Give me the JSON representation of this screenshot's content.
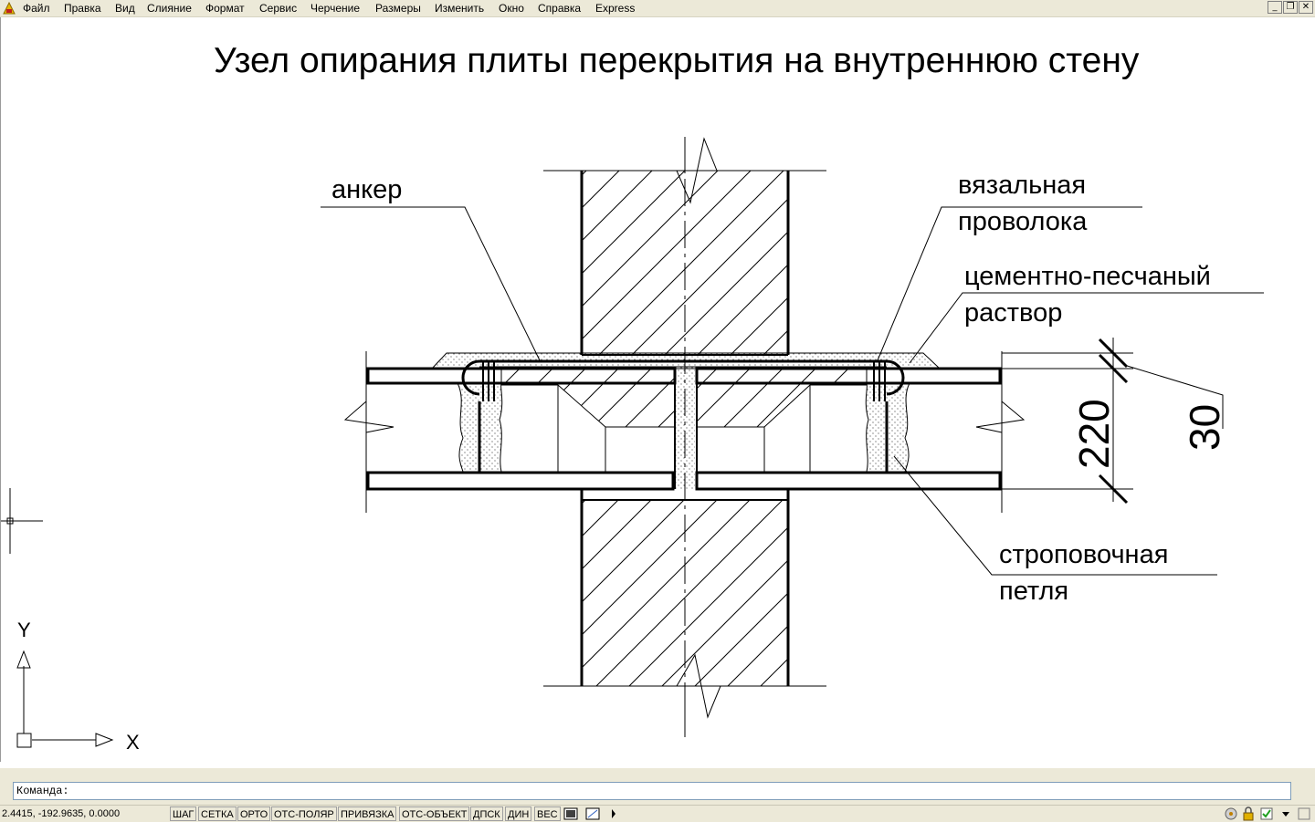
{
  "menu": {
    "items": [
      "Файл",
      "Правка",
      "Вид",
      "Слияние",
      "Формат",
      "Сервис",
      "Черчение",
      "Размеры",
      "Изменить",
      "Окно",
      "Справка",
      "Express"
    ]
  },
  "drawing": {
    "title": "Узел опирания плиты перекрытия на внутреннюю стену",
    "labels": {
      "anchor": "анкер",
      "wire_1": "вязальная",
      "wire_2": "проволока",
      "mortar_1": "цементно-песчаный",
      "mortar_2": "раствор",
      "loop_1": "строповочная",
      "loop_2": "петля"
    },
    "dimensions": {
      "slab_thickness": "220",
      "mortar_thickness": "30"
    },
    "ucs": {
      "x_label": "X",
      "y_label": "Y"
    }
  },
  "command": {
    "prompt": "Команда:"
  },
  "status": {
    "coords": "2.4415, -192.9635, 0.0000",
    "toggles": [
      "ШАГ",
      "СЕТКА",
      "ОРТО",
      "ОТС-ПОЛЯР",
      "ПРИВЯЗКА",
      "ОТС-ОБЪЕКТ",
      "ДПСК",
      "ДИН",
      "ВЕС"
    ]
  },
  "colors": {
    "chrome": "#ece9d8",
    "line": "#000000",
    "background": "#ffffff"
  }
}
